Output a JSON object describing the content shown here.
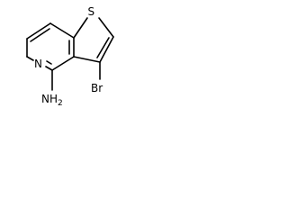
{
  "molecule": {
    "atoms": {
      "sulfur": "S",
      "nitrogen": "N",
      "bromine": "Br",
      "amine": "NH",
      "amine_subscript": "2"
    },
    "colors": {
      "bond": "#000000",
      "text": "#000000",
      "background": "#ffffff"
    }
  }
}
